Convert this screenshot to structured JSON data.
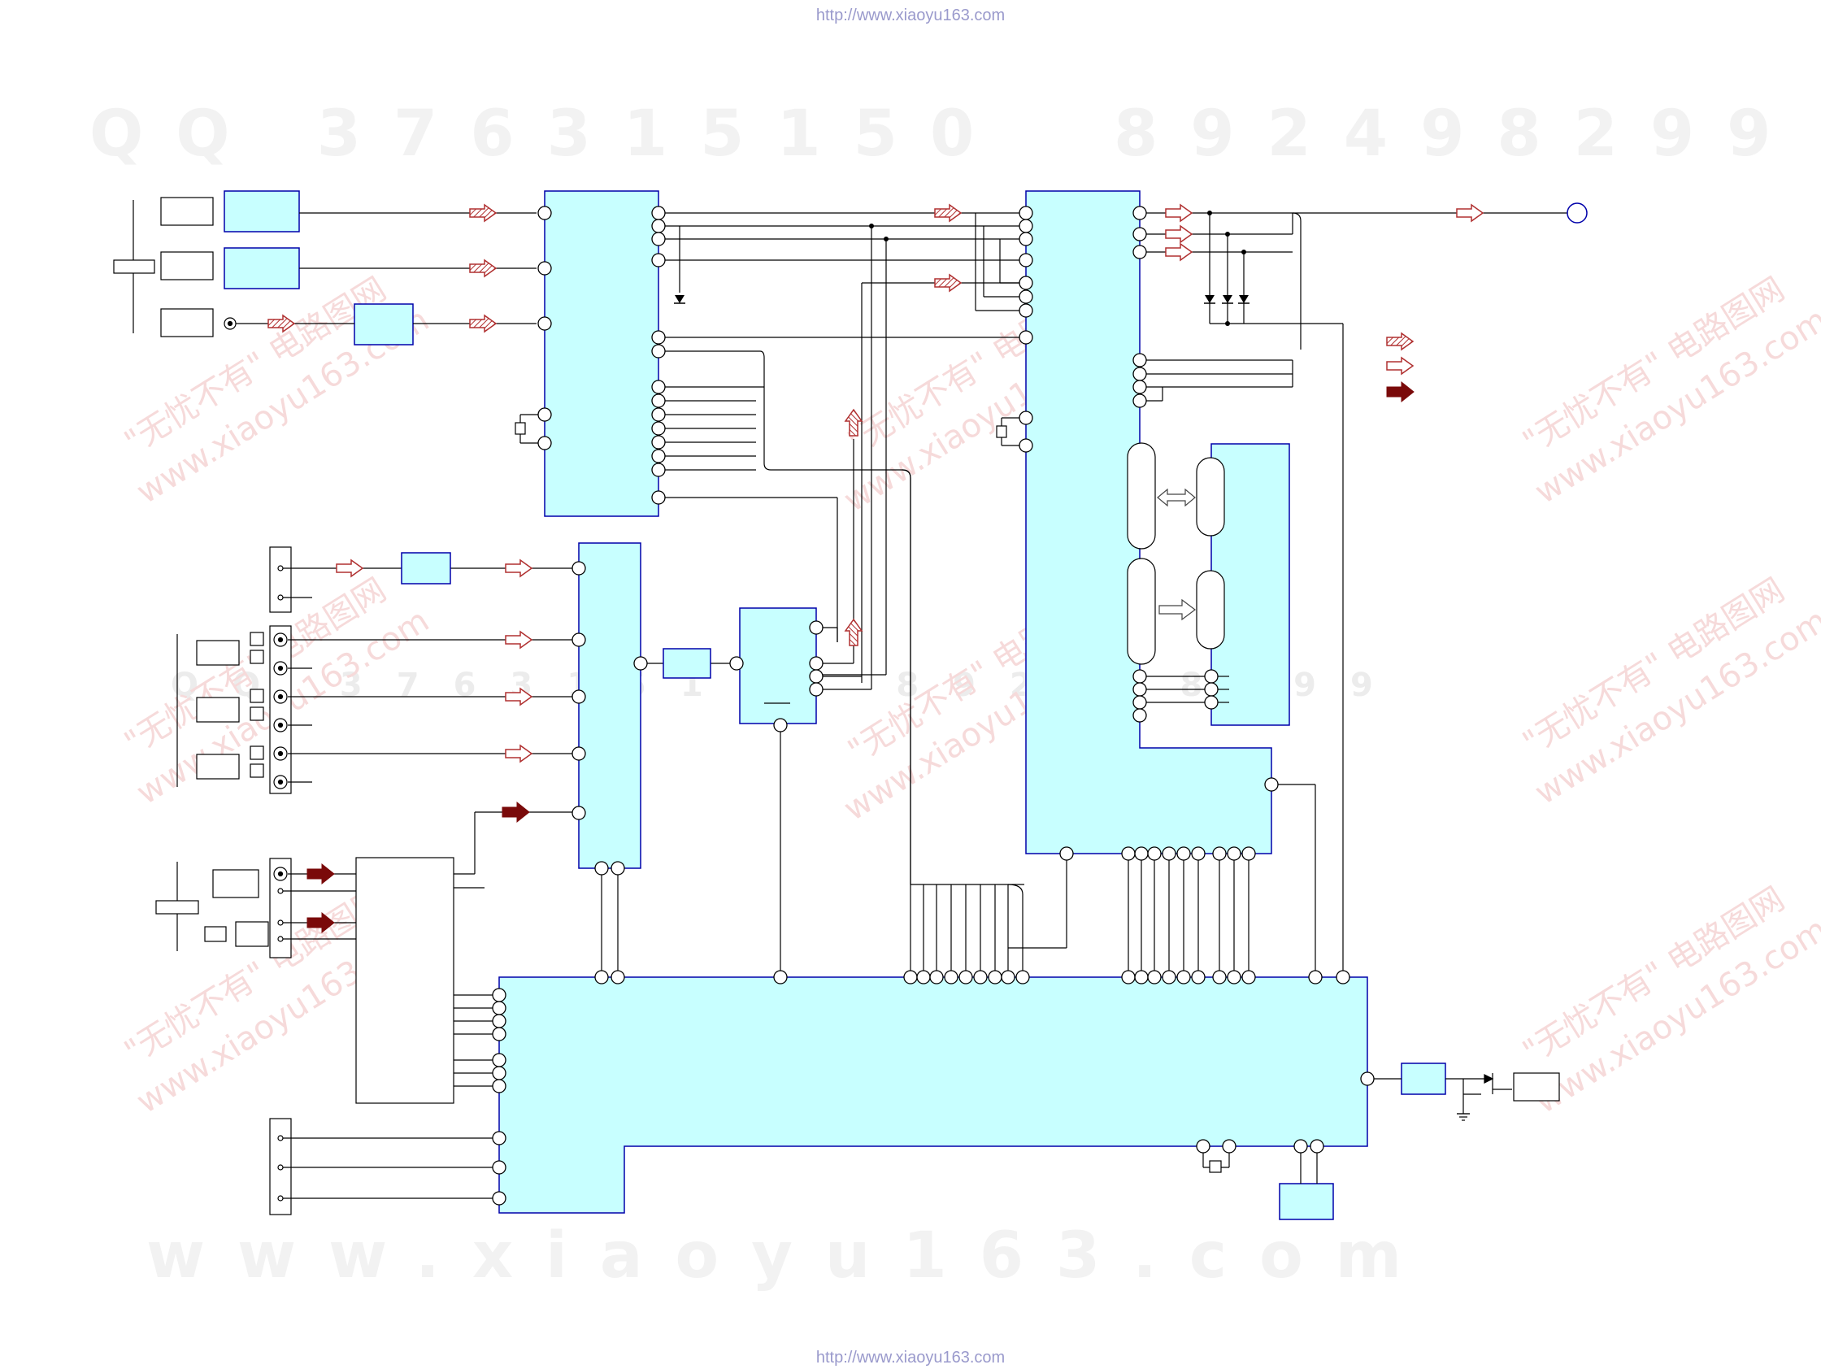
{
  "page": {
    "url_top": "http://www.xiaoyu163.com",
    "url_bottom": "http://www.xiaoyu163.com",
    "url_color": "#9a9acc"
  },
  "watermarks": {
    "big_left": "QQ 376315150",
    "big_right": "892498299",
    "big_bottom": "www.xiaoyu163.com",
    "middle_row": "QQ 376315150 892498299",
    "diag_cn": "\"无忧不有\" 电路图网",
    "diag_url": "www.xiaoyu163.com"
  },
  "colors": {
    "block_fill": "#c8ffff",
    "block_stroke": "#0000aa",
    "wire": "#000000",
    "arrow_dark": "#7a0a0a",
    "arrow_outline": "#b03030"
  },
  "legend": {
    "items": [
      {
        "symbol": "hatched-arrow-icon"
      },
      {
        "symbol": "hollow-arrow-icon"
      },
      {
        "symbol": "solid-arrow-icon"
      }
    ]
  },
  "icons": [
    "hatched-arrow-icon",
    "hollow-arrow-icon",
    "solid-arrow-icon",
    "diode-icon",
    "crystal-icon",
    "connector-circle-icon",
    "ground-icon"
  ]
}
